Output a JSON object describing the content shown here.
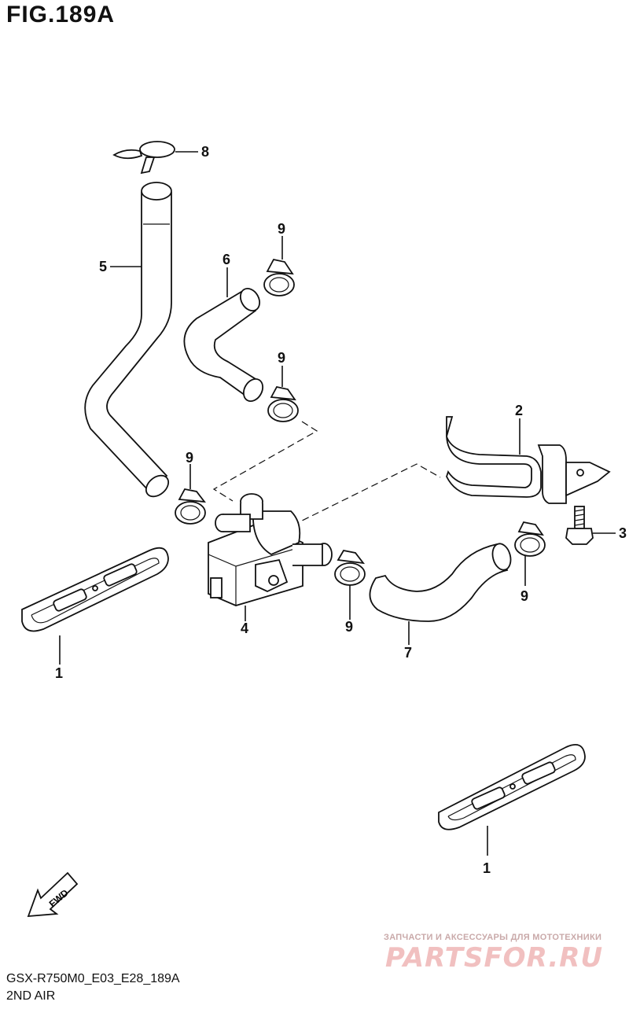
{
  "figure": {
    "title": "FIG.189A"
  },
  "callouts": {
    "c8": "8",
    "c5": "5",
    "c6": "6",
    "c9a": "9",
    "c9b": "9",
    "c9c": "9",
    "c2": "2",
    "c3": "3",
    "c4": "4",
    "c9d": "9",
    "c9e": "9",
    "c7": "7",
    "c1a": "1",
    "c1b": "1"
  },
  "fwd_label": "FWD",
  "footer": {
    "code": "GSX-R750M0_E03_E28_189A",
    "caption": "2ND AIR"
  },
  "watermark": {
    "tagline": "ЗАПЧАСТИ И АКСЕССУАРЫ ДЛЯ МОТОТЕХНИКИ",
    "logo": "PARTSFOR.RU"
  }
}
